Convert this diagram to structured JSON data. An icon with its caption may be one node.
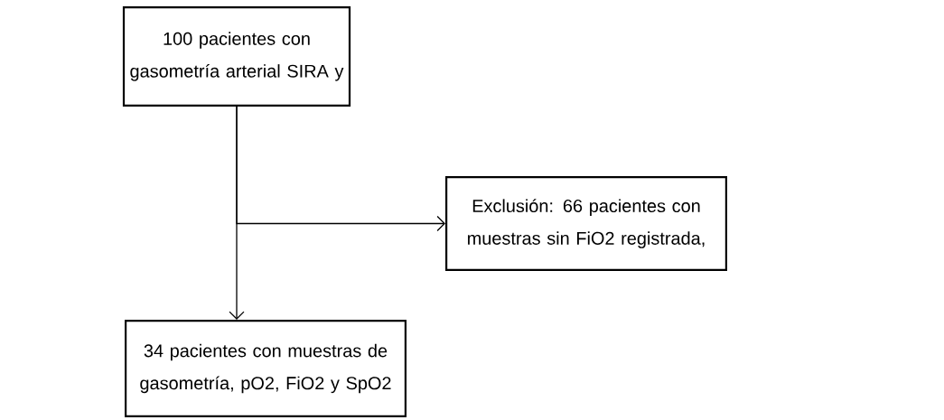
{
  "diagram": {
    "nodes": [
      {
        "text": [
          "100 pacientes con gasometría arterial SIRA y"
        ]
      },
      {
        "text": [
          "Exclusión: 66 pacientes con muestras sin FiO2 registrada,"
        ]
      },
      {
        "text": [
          "34 pacientes con muestras de gasometría, pO2, FiO2 y SpO2"
        ]
      }
    ],
    "edges": [
      {
        "from": 0,
        "to": 1,
        "arrow": "to"
      },
      {
        "from": 0,
        "to": 2,
        "arrow": "to"
      }
    ]
  }
}
